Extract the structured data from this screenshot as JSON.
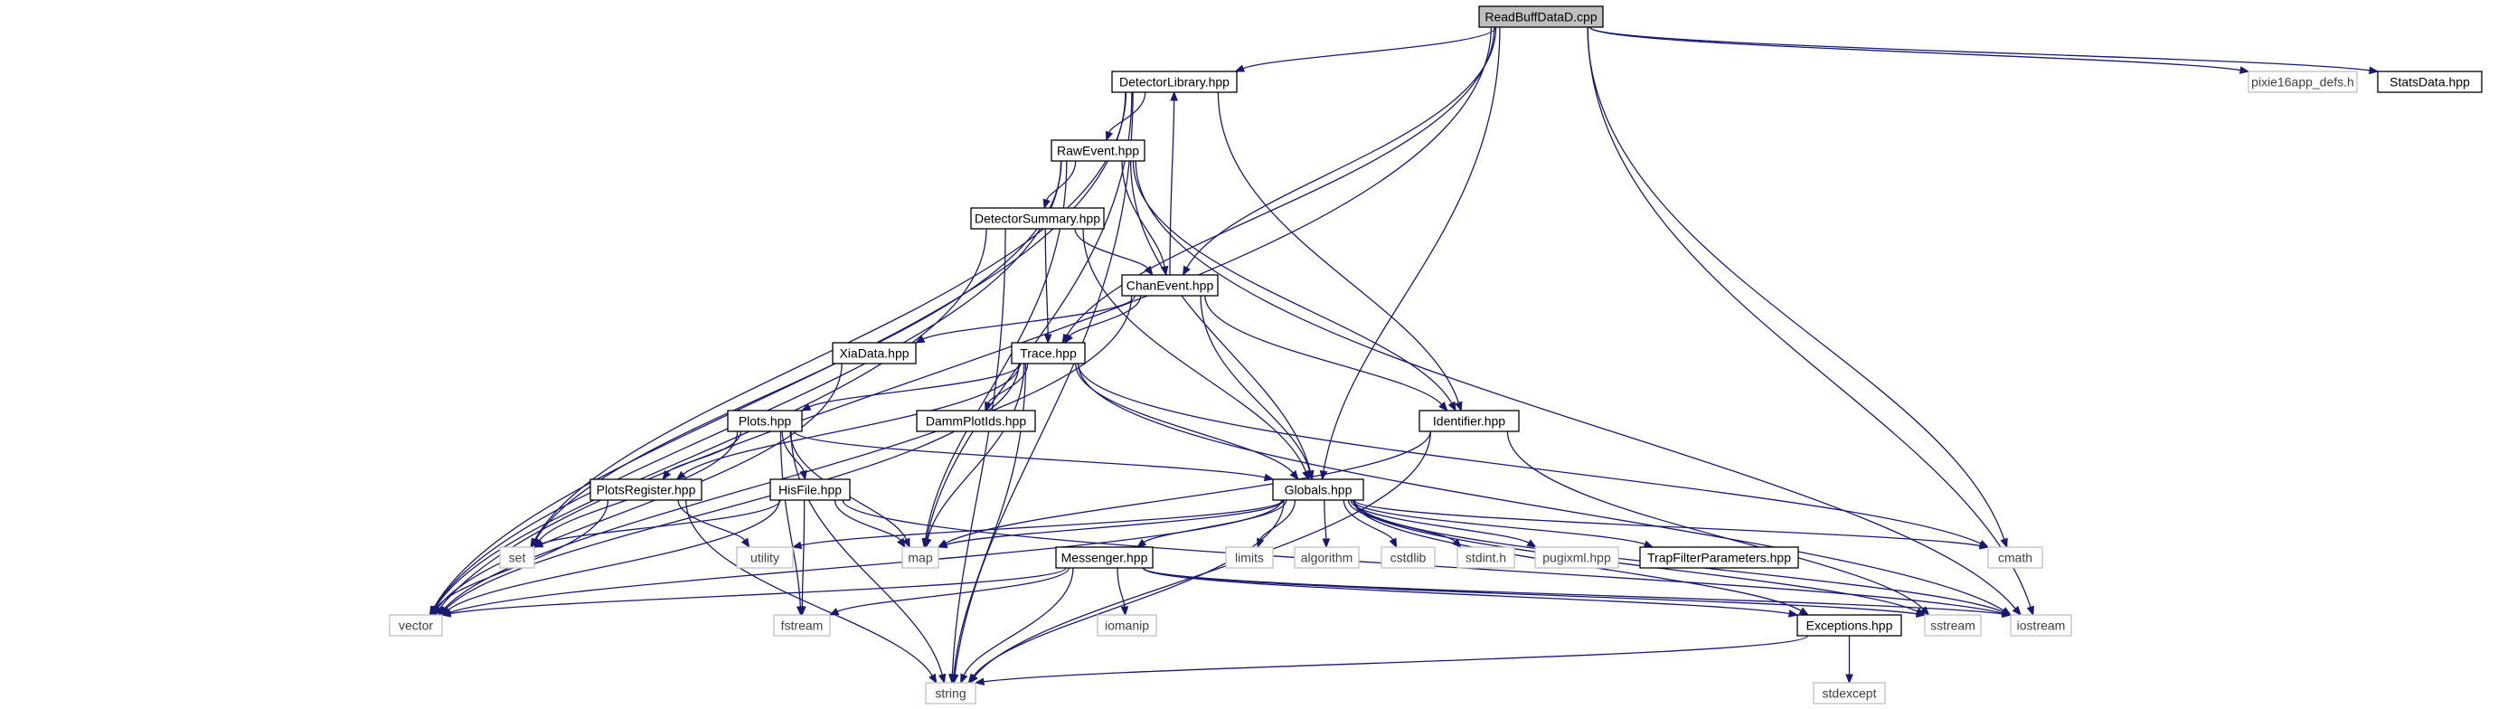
{
  "graph": {
    "title": "",
    "edge_color": "#191970",
    "root_fill": "#bfbfbf",
    "project_border": "#000000",
    "system_border": "#bfbfbf",
    "nodes": [
      {
        "id": "readbuff",
        "label": "ReadBuffDataD.cpp",
        "kind": "root"
      },
      {
        "id": "detlib",
        "label": "DetectorLibrary.hpp",
        "kind": "project"
      },
      {
        "id": "pixie16",
        "label": "pixie16app_defs.h",
        "kind": "system"
      },
      {
        "id": "statsdata",
        "label": "StatsData.hpp",
        "kind": "project"
      },
      {
        "id": "rawevent",
        "label": "RawEvent.hpp",
        "kind": "project"
      },
      {
        "id": "detsummary",
        "label": "DetectorSummary.hpp",
        "kind": "project"
      },
      {
        "id": "chanevent",
        "label": "ChanEvent.hpp",
        "kind": "project"
      },
      {
        "id": "xiadata",
        "label": "XiaData.hpp",
        "kind": "project"
      },
      {
        "id": "trace",
        "label": "Trace.hpp",
        "kind": "project"
      },
      {
        "id": "dammplotids",
        "label": "DammPlotIds.hpp",
        "kind": "project"
      },
      {
        "id": "plots",
        "label": "Plots.hpp",
        "kind": "project"
      },
      {
        "id": "identifier",
        "label": "Identifier.hpp",
        "kind": "project"
      },
      {
        "id": "plotsregister",
        "label": "PlotsRegister.hpp",
        "kind": "project"
      },
      {
        "id": "hisfile",
        "label": "HisFile.hpp",
        "kind": "project"
      },
      {
        "id": "globals",
        "label": "Globals.hpp",
        "kind": "project"
      },
      {
        "id": "set",
        "label": "set",
        "kind": "system"
      },
      {
        "id": "utility",
        "label": "utility",
        "kind": "system"
      },
      {
        "id": "map",
        "label": "map",
        "kind": "system"
      },
      {
        "id": "limits",
        "label": "limits",
        "kind": "system"
      },
      {
        "id": "algorithm",
        "label": "algorithm",
        "kind": "system"
      },
      {
        "id": "cstdlib",
        "label": "cstdlib",
        "kind": "system"
      },
      {
        "id": "stdinth",
        "label": "stdint.h",
        "kind": "system"
      },
      {
        "id": "pugixml",
        "label": "pugixml.hpp",
        "kind": "system"
      },
      {
        "id": "trapfilter",
        "label": "TrapFilterParameters.hpp",
        "kind": "project"
      },
      {
        "id": "cmath",
        "label": "cmath",
        "kind": "system"
      },
      {
        "id": "messenger",
        "label": "Messenger.hpp",
        "kind": "project"
      },
      {
        "id": "vector",
        "label": "vector",
        "kind": "system"
      },
      {
        "id": "fstream",
        "label": "fstream",
        "kind": "system"
      },
      {
        "id": "iomanip",
        "label": "iomanip",
        "kind": "system"
      },
      {
        "id": "exceptions",
        "label": "Exceptions.hpp",
        "kind": "project"
      },
      {
        "id": "sstream",
        "label": "sstream",
        "kind": "system"
      },
      {
        "id": "iostream",
        "label": "iostream",
        "kind": "system"
      },
      {
        "id": "string",
        "label": "string",
        "kind": "system"
      },
      {
        "id": "stdexcept",
        "label": "stdexcept",
        "kind": "system"
      }
    ],
    "edges": [
      [
        "readbuff",
        "detlib"
      ],
      [
        "readbuff",
        "pixie16"
      ],
      [
        "readbuff",
        "statsdata"
      ],
      [
        "readbuff",
        "chanevent"
      ],
      [
        "readbuff",
        "trace"
      ],
      [
        "readbuff",
        "globals"
      ],
      [
        "readbuff",
        "cmath"
      ],
      [
        "readbuff",
        "iostream"
      ],
      [
        "readbuff",
        "vector"
      ],
      [
        "detlib",
        "rawevent"
      ],
      [
        "detlib",
        "identifier"
      ],
      [
        "detlib",
        "set"
      ],
      [
        "detlib",
        "map"
      ],
      [
        "detlib",
        "vector"
      ],
      [
        "detlib",
        "string"
      ],
      [
        "rawevent",
        "detsummary"
      ],
      [
        "rawevent",
        "chanevent"
      ],
      [
        "rawevent",
        "identifier"
      ],
      [
        "rawevent",
        "globals"
      ],
      [
        "rawevent",
        "set"
      ],
      [
        "rawevent",
        "vector"
      ],
      [
        "rawevent",
        "map"
      ],
      [
        "rawevent",
        "iostream"
      ],
      [
        "detsummary",
        "chanevent"
      ],
      [
        "detsummary",
        "trace"
      ],
      [
        "detsummary",
        "globals"
      ],
      [
        "detsummary",
        "vector"
      ],
      [
        "detsummary",
        "string"
      ],
      [
        "chanevent",
        "detlib"
      ],
      [
        "chanevent",
        "xiadata"
      ],
      [
        "chanevent",
        "trace"
      ],
      [
        "chanevent",
        "identifier"
      ],
      [
        "chanevent",
        "globals"
      ],
      [
        "chanevent",
        "vector"
      ],
      [
        "xiadata",
        "vector"
      ],
      [
        "trace",
        "dammplotids"
      ],
      [
        "trace",
        "plots"
      ],
      [
        "trace",
        "plotsregister"
      ],
      [
        "trace",
        "globals"
      ],
      [
        "trace",
        "map"
      ],
      [
        "trace",
        "string"
      ],
      [
        "trace",
        "vector"
      ],
      [
        "trace",
        "cmath"
      ],
      [
        "trace",
        "iostream"
      ],
      [
        "plots",
        "plotsregister"
      ],
      [
        "plots",
        "hisfile"
      ],
      [
        "plots",
        "globals"
      ],
      [
        "plots",
        "set"
      ],
      [
        "plots",
        "map"
      ],
      [
        "plots",
        "fstream"
      ],
      [
        "plots",
        "string"
      ],
      [
        "identifier",
        "map"
      ],
      [
        "identifier",
        "string"
      ],
      [
        "identifier",
        "sstream"
      ],
      [
        "plotsregister",
        "utility"
      ],
      [
        "plotsregister",
        "vector"
      ],
      [
        "plotsregister",
        "string"
      ],
      [
        "hisfile",
        "set"
      ],
      [
        "hisfile",
        "map"
      ],
      [
        "hisfile",
        "vector"
      ],
      [
        "hisfile",
        "fstream"
      ],
      [
        "hisfile",
        "iostream"
      ],
      [
        "globals",
        "map"
      ],
      [
        "globals",
        "utility"
      ],
      [
        "globals",
        "limits"
      ],
      [
        "globals",
        "algorithm"
      ],
      [
        "globals",
        "cstdlib"
      ],
      [
        "globals",
        "stdinth"
      ],
      [
        "globals",
        "pugixml"
      ],
      [
        "globals",
        "trapfilter"
      ],
      [
        "globals",
        "cmath"
      ],
      [
        "globals",
        "messenger"
      ],
      [
        "globals",
        "exceptions"
      ],
      [
        "globals",
        "sstream"
      ],
      [
        "globals",
        "iostream"
      ],
      [
        "globals",
        "vector"
      ],
      [
        "globals",
        "string"
      ],
      [
        "messenger",
        "vector"
      ],
      [
        "messenger",
        "fstream"
      ],
      [
        "messenger",
        "iomanip"
      ],
      [
        "messenger",
        "string"
      ],
      [
        "messenger",
        "exceptions"
      ],
      [
        "messenger",
        "sstream"
      ],
      [
        "messenger",
        "iostream"
      ],
      [
        "exceptions",
        "string"
      ],
      [
        "exceptions",
        "stdexcept"
      ]
    ]
  }
}
